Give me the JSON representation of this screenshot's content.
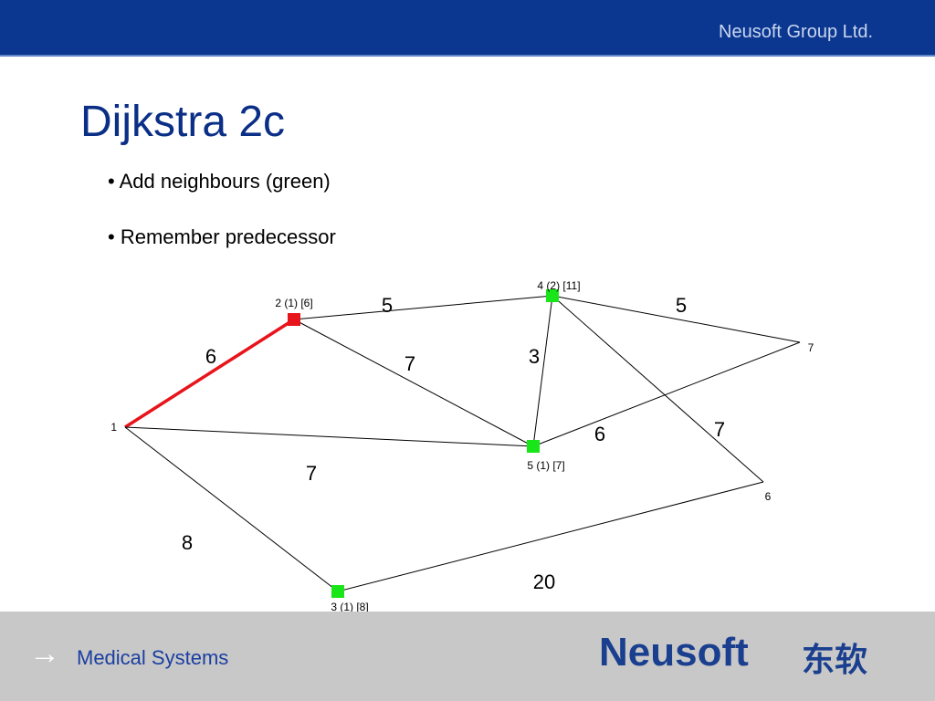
{
  "header": {
    "company": "Neusoft Group Ltd."
  },
  "slide": {
    "title": "Dijkstra 2c",
    "bullets": [
      "• Add neighbours (green)",
      "• Remember predecessor"
    ]
  },
  "graph": {
    "nodes": [
      {
        "id": "1",
        "label": "1",
        "state": "start"
      },
      {
        "id": "2",
        "label": "2 (1) [6]",
        "state": "visited"
      },
      {
        "id": "3",
        "label": "3 (1) [8]",
        "state": "neighbour"
      },
      {
        "id": "4",
        "label": "4 (2) [11]",
        "state": "neighbour"
      },
      {
        "id": "5",
        "label": "5 (1) [7]",
        "state": "neighbour"
      },
      {
        "id": "6",
        "label": "6",
        "state": "unvisited"
      },
      {
        "id": "7",
        "label": "7",
        "state": "unvisited"
      }
    ],
    "edges": [
      {
        "from": "1",
        "to": "2",
        "weight": "6",
        "highlight": true
      },
      {
        "from": "2",
        "to": "4",
        "weight": "5"
      },
      {
        "from": "2",
        "to": "5",
        "weight": "7"
      },
      {
        "from": "1",
        "to": "5",
        "weight": "7"
      },
      {
        "from": "1",
        "to": "3",
        "weight": "8"
      },
      {
        "from": "4",
        "to": "5",
        "weight": "3"
      },
      {
        "from": "4",
        "to": "7",
        "weight": "5"
      },
      {
        "from": "4",
        "to": "6",
        "weight": "7"
      },
      {
        "from": "5",
        "to": "7",
        "weight": "6"
      },
      {
        "from": "3",
        "to": "6",
        "weight": "20"
      }
    ],
    "colors": {
      "visited": "#e8141b",
      "neighbour": "#19e619",
      "edge": "#000000",
      "highlight_edge": "#e8141b"
    }
  },
  "footer": {
    "arrow_icon": "right-arrow-icon",
    "division": "Medical Systems",
    "logo_text": "Neusoft",
    "logo_cjk": "东软"
  }
}
